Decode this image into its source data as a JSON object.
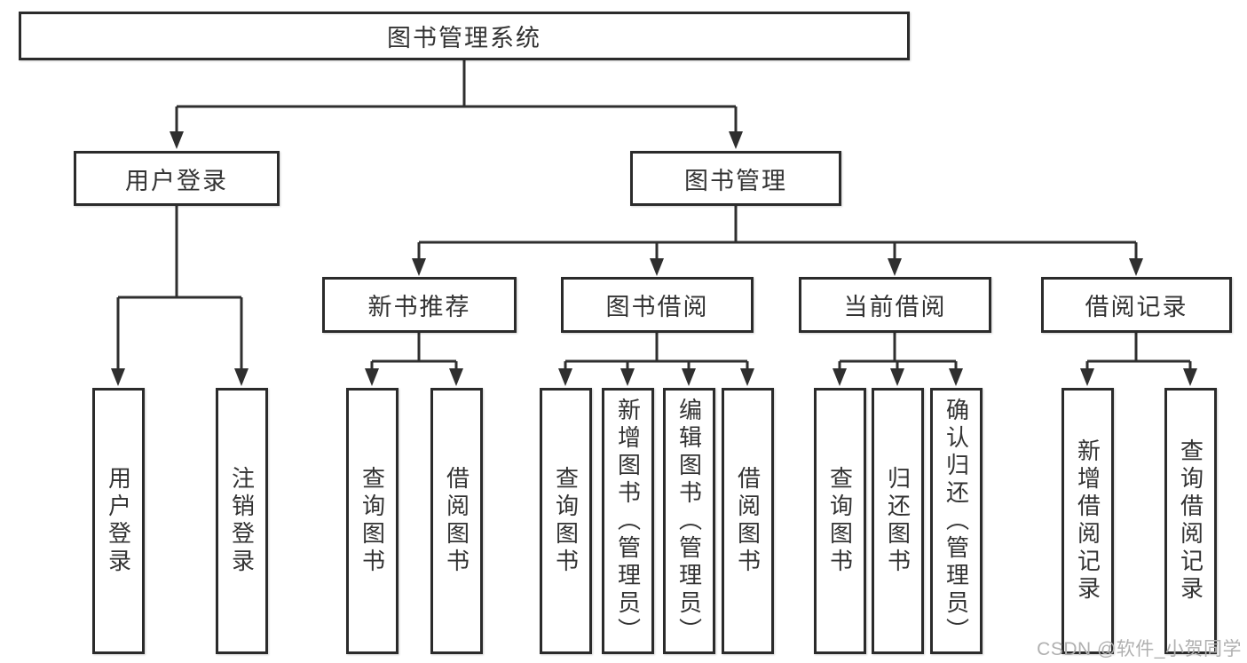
{
  "colors": {
    "line": "#2f2f2f",
    "border": "#2b2b2b",
    "text": "#333333",
    "background": "#ffffff",
    "watermark": "#b0b0b0"
  },
  "diagram": {
    "root": "图书管理系统",
    "level2": [
      "用户登录",
      "图书管理"
    ],
    "level3": [
      "新书推荐",
      "图书借阅",
      "当前借阅",
      "借阅记录"
    ],
    "leaves_user_login": [
      "用户登录",
      "注销登录"
    ],
    "leaves_new_book": [
      "查询图书",
      "借阅图书"
    ],
    "leaves_book_borrow": [
      "查询图书",
      "新增图书（管理员）",
      "编辑图书（管理员）",
      "借阅图书"
    ],
    "leaves_current_borrow": [
      "查询图书",
      "归还图书",
      "确认归还（管理员）"
    ],
    "leaves_borrow_records": [
      "新增借阅记录",
      "查询借阅记录"
    ]
  },
  "watermark": "CSDN @软件_小贺同学"
}
